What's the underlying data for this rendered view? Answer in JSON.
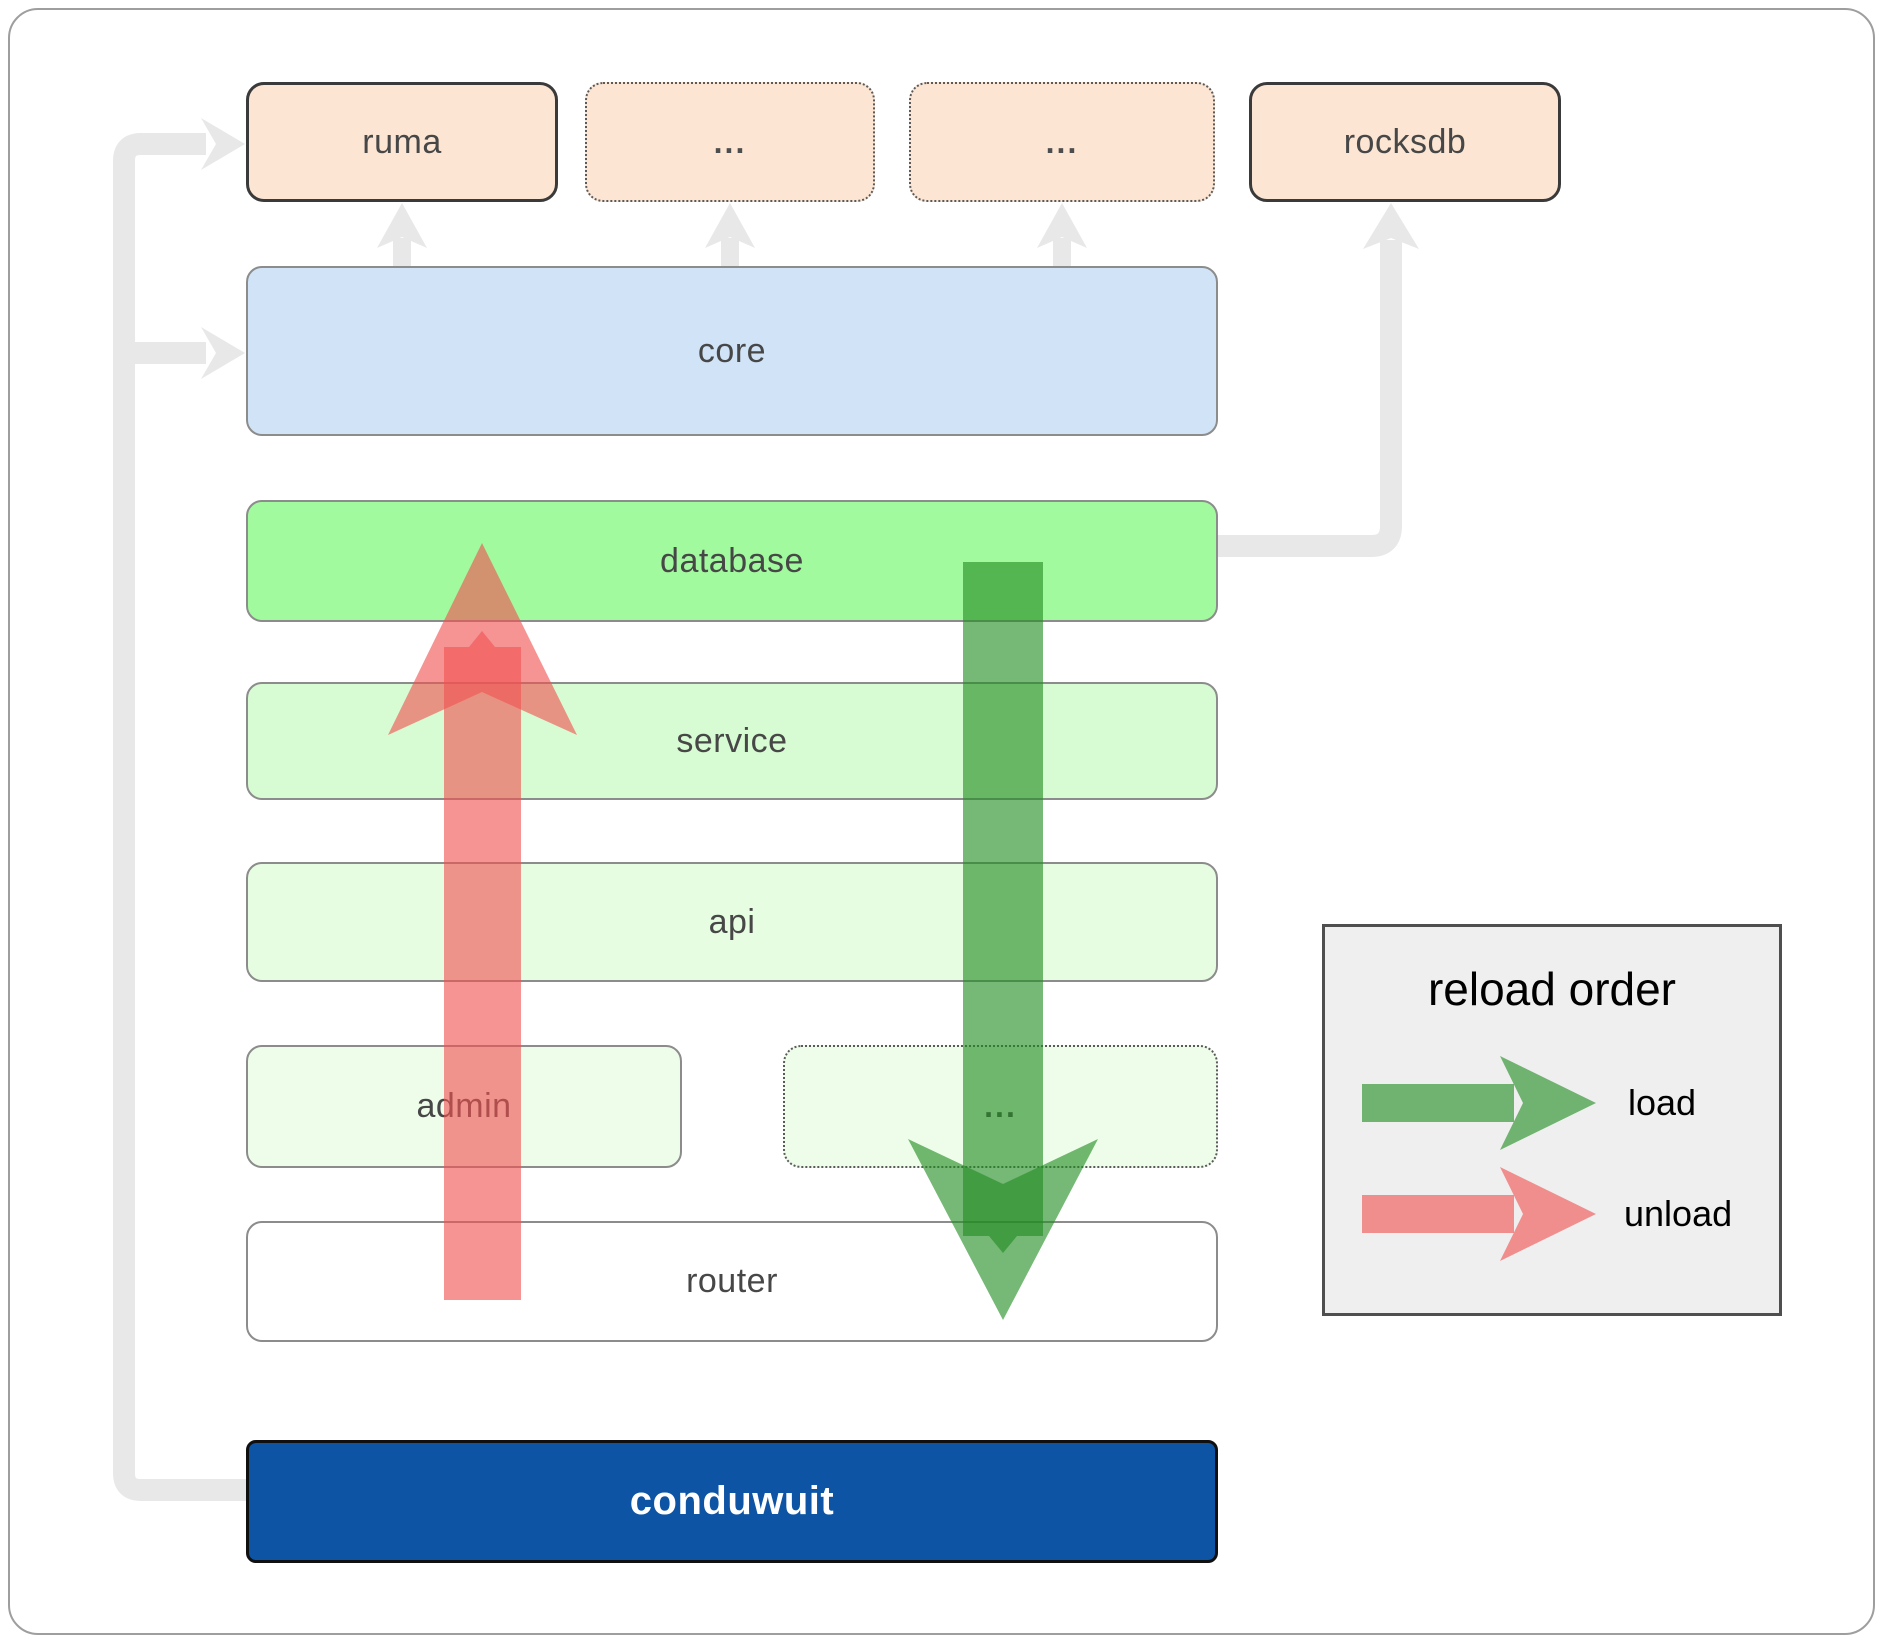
{
  "diagram": {
    "top_row": {
      "ruma": "ruma",
      "more_a": "...",
      "more_b": "...",
      "rocksdb": "rocksdb"
    },
    "layers": {
      "core": "core",
      "database": "database",
      "service": "service",
      "api": "api",
      "admin": "admin",
      "more": "...",
      "router": "router",
      "app": "conduwuit"
    }
  },
  "legend": {
    "title": "reload order",
    "load_label": "load",
    "unload_label": "unload"
  },
  "colors": {
    "load_green": "#228c22",
    "unload_red": "#f05252",
    "connector_gray": "#e8e8e8",
    "peach": "#fce5d3",
    "core_blue": "#d0e3f7",
    "database_green": "#a2fa9e",
    "service_green": "#d7fbd2",
    "api_green": "#e6fde2",
    "admin_green": "#eefdea",
    "conduwuit_blue": "#0d54a4"
  }
}
